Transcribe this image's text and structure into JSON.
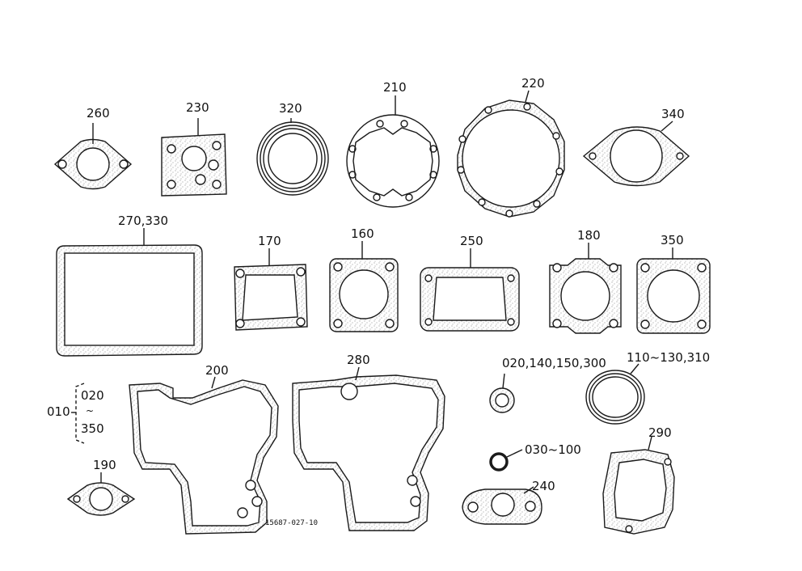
{
  "parts": {
    "p260": "260",
    "p230": "230",
    "p320": "320",
    "p210": "210",
    "p220": "220",
    "p340": "340",
    "p270_330": "270,330",
    "p170": "170",
    "p160": "160",
    "p250": "250",
    "p180": "180",
    "p350": "350",
    "p020_list": "020,140,150,300",
    "p110_range": "110~130,310",
    "p200": "200",
    "p280": "280",
    "p290": "290",
    "p030_range": "030~100",
    "p240": "240",
    "p190": "190",
    "group_010": "010",
    "group_020": "020",
    "group_tilde": "~",
    "group_350": "350"
  },
  "drawing_number": "15687-027-10",
  "colors": {
    "line": "#1a1a1a",
    "stipple": "#8a8a8a",
    "paper": "#ffffff"
  }
}
